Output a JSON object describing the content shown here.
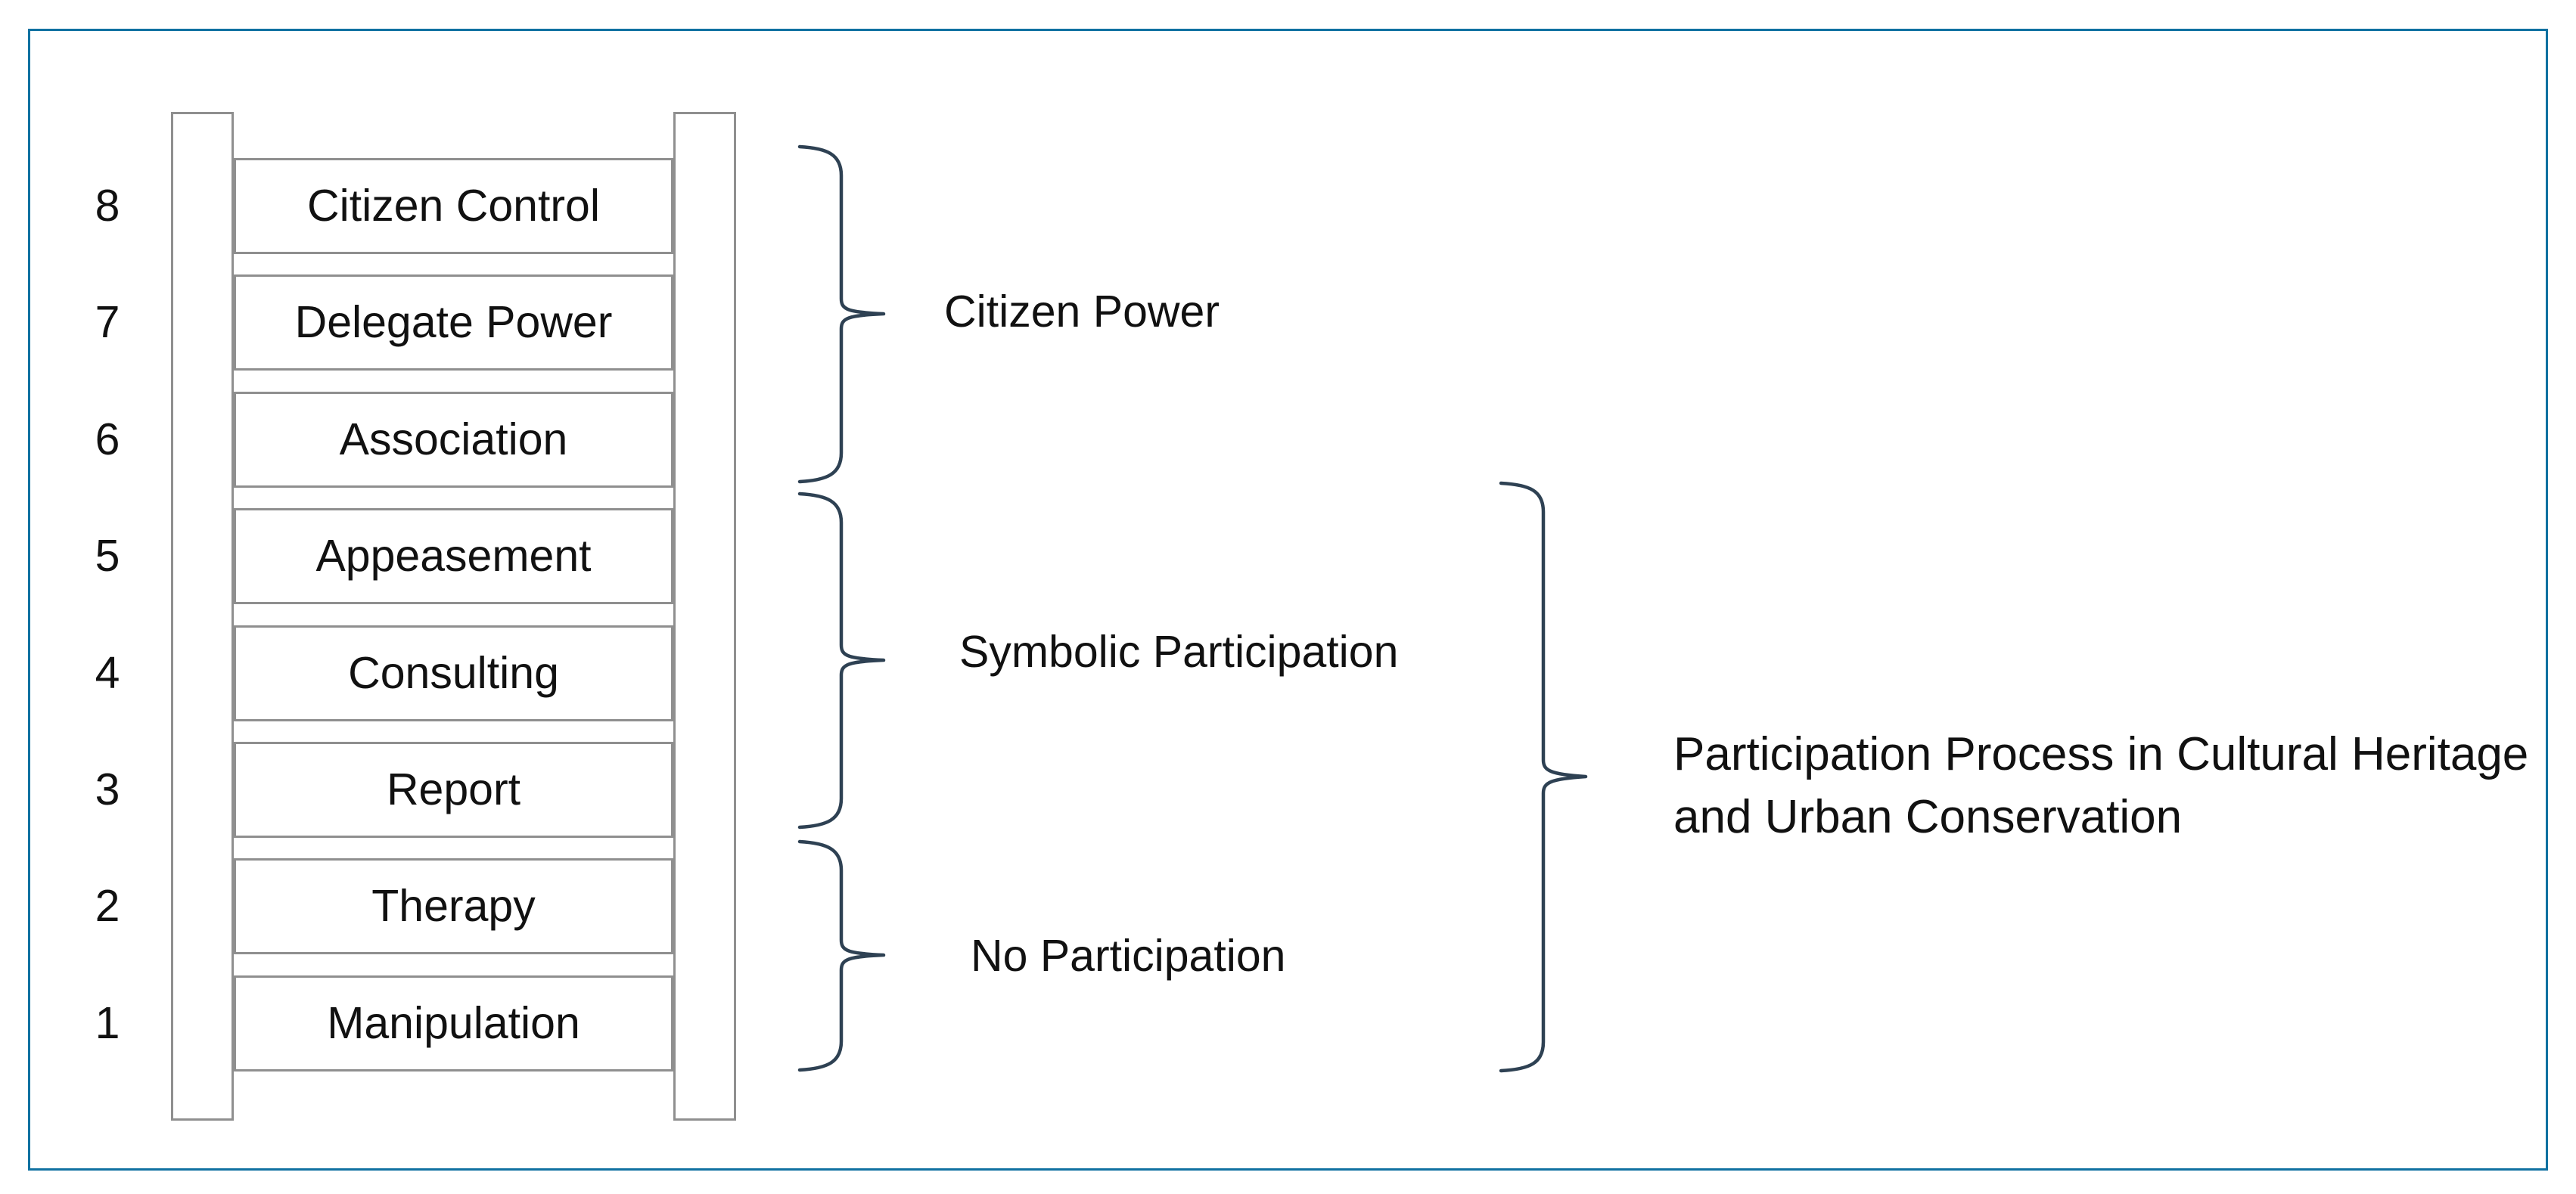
{
  "frame": {
    "border_color": "#1071a1",
    "background_color": "#ffffff"
  },
  "ladder": {
    "line_color": "#8f8f8f",
    "text_color": "#111111",
    "rungs": [
      {
        "number": "8",
        "label": "Citizen Control"
      },
      {
        "number": "7",
        "label": "Delegate Power"
      },
      {
        "number": "6",
        "label": "Association"
      },
      {
        "number": "5",
        "label": "Appeasement"
      },
      {
        "number": "4",
        "label": "Consulting"
      },
      {
        "number": "3",
        "label": "Report"
      },
      {
        "number": "2",
        "label": "Therapy"
      },
      {
        "number": "1",
        "label": "Manipulation"
      }
    ]
  },
  "groups": {
    "brace_color": "#2e4153",
    "items": [
      {
        "label": "Citizen Power"
      },
      {
        "label": "Symbolic Participation"
      },
      {
        "label": "No Participation"
      }
    ]
  },
  "overall": {
    "label": "Participation Process in Cultural Heritage and Urban Conservation"
  }
}
